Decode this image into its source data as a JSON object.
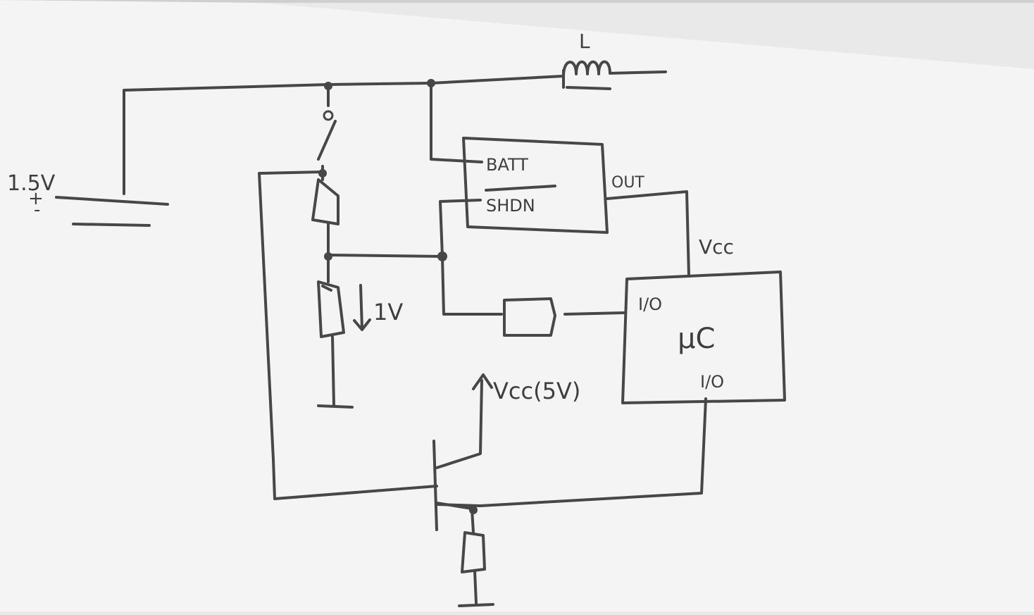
{
  "diagram": {
    "battery_label": "1.5V",
    "battery_plus": "+",
    "battery_minus": "-",
    "inductor_label": "L",
    "regulator": {
      "pin_batt": "BATT",
      "pin_shdn": "SHDN",
      "pin_out": "OUT"
    },
    "vcc_label": "Vcc",
    "mcu": {
      "label": "µC",
      "io_top": "I/O",
      "io_bottom": "I/O"
    },
    "voltage_drop_label": "1V",
    "vcc_5v_label": "Vcc(5V)"
  },
  "colors": {
    "ink": "#474747",
    "paper": "#f4f4f4",
    "paper_shadow": "#cfcfcf"
  }
}
